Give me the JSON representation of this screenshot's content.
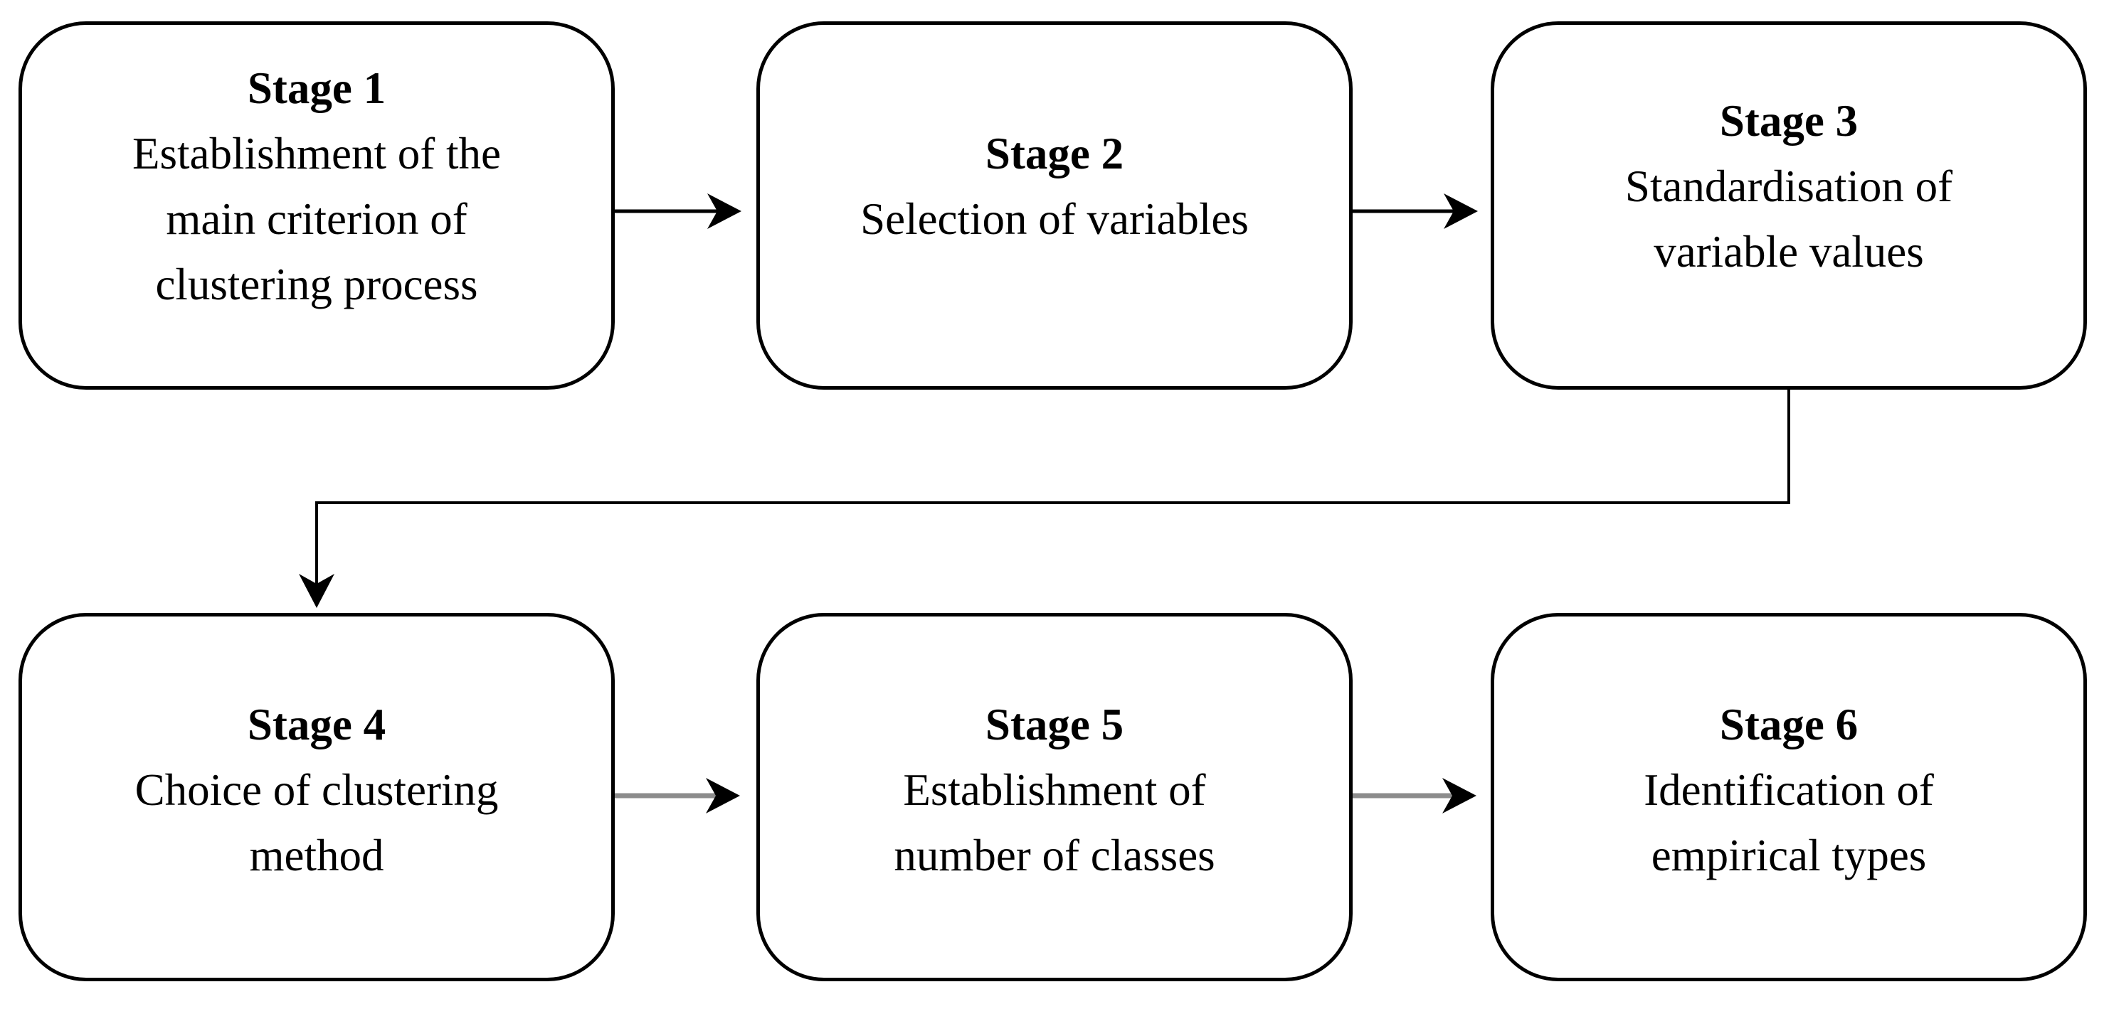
{
  "diagram": {
    "type": "flowchart",
    "background": "#ffffff",
    "colors": {
      "line": "#000000",
      "text": "#000000",
      "gray_arrow_shaft": "#8c8c8c",
      "arrowhead": "#000000"
    },
    "stages": [
      {
        "title": "Stage 1",
        "lines": [
          "Establishment of the",
          "main criterion of",
          "clustering process"
        ]
      },
      {
        "title": "Stage 2",
        "lines": [
          "Selection of variables"
        ]
      },
      {
        "title": "Stage 3",
        "lines": [
          "Standardisation of",
          "variable values"
        ]
      },
      {
        "title": "Stage 4",
        "lines": [
          "Choice of clustering",
          "method"
        ]
      },
      {
        "title": "Stage 5",
        "lines": [
          "Establishment of",
          "number of classes"
        ]
      },
      {
        "title": "Stage 6",
        "lines": [
          "Identification of",
          "empirical types"
        ]
      }
    ],
    "connectors": [
      {
        "from": "Stage 1",
        "to": "Stage 2",
        "shape": "straight-right",
        "shaft_color": "#000000"
      },
      {
        "from": "Stage 2",
        "to": "Stage 3",
        "shape": "straight-right",
        "shaft_color": "#000000"
      },
      {
        "from": "Stage 3",
        "to": "Stage 4",
        "shape": "elbow-down-left-down",
        "shaft_color": "#000000"
      },
      {
        "from": "Stage 4",
        "to": "Stage 5",
        "shape": "straight-right",
        "shaft_color": "#8c8c8c"
      },
      {
        "from": "Stage 5",
        "to": "Stage 6",
        "shape": "straight-right",
        "shaft_color": "#8c8c8c"
      }
    ]
  }
}
